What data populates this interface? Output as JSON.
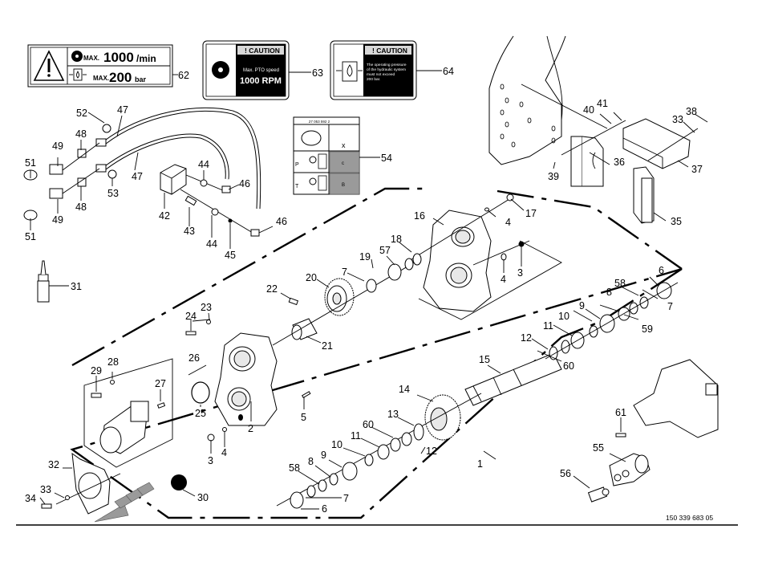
{
  "document": {
    "drawing_number": "150 339 683 05"
  },
  "decals": {
    "decal_62": {
      "callout": "62",
      "speed_prefix": "MAX.",
      "speed_value": "1000",
      "speed_unit": "/min",
      "pressure_prefix": "MAX.",
      "pressure_value": "200",
      "pressure_unit": "bar",
      "icons": [
        "warning-triangle-icon",
        "pto-gear-icon",
        "hydraulic-drop-icon"
      ]
    },
    "decal_63": {
      "callout": "63",
      "header": "! CAUTION",
      "line1": "Max. PTO speed",
      "line2": "1000 RPM"
    },
    "decal_64": {
      "callout": "64",
      "header": "! CAUTION",
      "lines": [
        "The operating pressure",
        "of the hydraulic system",
        "must not exceed",
        "200 bar."
      ]
    },
    "decal_54": {
      "callout": "54",
      "code": "27 053 592 2",
      "col_label": "x",
      "row_p_label": "P",
      "row_p_value": "c",
      "row_t_label": "T",
      "row_t_value": "B"
    }
  },
  "callouts": [
    {
      "id": "1",
      "label": "1"
    },
    {
      "id": "2",
      "label": "2"
    },
    {
      "id": "3a",
      "label": "3"
    },
    {
      "id": "3b",
      "label": "3"
    },
    {
      "id": "4a",
      "label": "4"
    },
    {
      "id": "4b",
      "label": "4"
    },
    {
      "id": "4c",
      "label": "4"
    },
    {
      "id": "5",
      "label": "5"
    },
    {
      "id": "6a",
      "label": "6"
    },
    {
      "id": "6b",
      "label": "6"
    },
    {
      "id": "7a",
      "label": "7"
    },
    {
      "id": "7b",
      "label": "7"
    },
    {
      "id": "7c",
      "label": "7"
    },
    {
      "id": "8a",
      "label": "8"
    },
    {
      "id": "8b",
      "label": "8"
    },
    {
      "id": "9a",
      "label": "9"
    },
    {
      "id": "9b",
      "label": "9"
    },
    {
      "id": "10a",
      "label": "10"
    },
    {
      "id": "10b",
      "label": "10"
    },
    {
      "id": "11a",
      "label": "11"
    },
    {
      "id": "11b",
      "label": "11"
    },
    {
      "id": "12a",
      "label": "12"
    },
    {
      "id": "12b",
      "label": "12"
    },
    {
      "id": "13",
      "label": "13"
    },
    {
      "id": "14",
      "label": "14"
    },
    {
      "id": "15",
      "label": "15"
    },
    {
      "id": "16",
      "label": "16"
    },
    {
      "id": "17",
      "label": "17"
    },
    {
      "id": "18",
      "label": "18"
    },
    {
      "id": "19",
      "label": "19"
    },
    {
      "id": "20",
      "label": "20"
    },
    {
      "id": "21",
      "label": "21"
    },
    {
      "id": "22",
      "label": "22"
    },
    {
      "id": "23",
      "label": "23"
    },
    {
      "id": "24",
      "label": "24"
    },
    {
      "id": "25",
      "label": "25"
    },
    {
      "id": "26",
      "label": "26"
    },
    {
      "id": "27",
      "label": "27"
    },
    {
      "id": "28",
      "label": "28"
    },
    {
      "id": "29",
      "label": "29"
    },
    {
      "id": "30",
      "label": "30"
    },
    {
      "id": "31",
      "label": "31"
    },
    {
      "id": "32",
      "label": "32"
    },
    {
      "id": "33a",
      "label": "33"
    },
    {
      "id": "33b",
      "label": "33"
    },
    {
      "id": "34",
      "label": "34"
    },
    {
      "id": "35",
      "label": "35"
    },
    {
      "id": "36",
      "label": "36"
    },
    {
      "id": "37",
      "label": "37"
    },
    {
      "id": "38",
      "label": "38"
    },
    {
      "id": "39",
      "label": "39"
    },
    {
      "id": "40",
      "label": "40"
    },
    {
      "id": "41",
      "label": "41"
    },
    {
      "id": "42",
      "label": "42"
    },
    {
      "id": "43",
      "label": "43"
    },
    {
      "id": "44a",
      "label": "44"
    },
    {
      "id": "44b",
      "label": "44"
    },
    {
      "id": "45",
      "label": "45"
    },
    {
      "id": "46a",
      "label": "46"
    },
    {
      "id": "46b",
      "label": "46"
    },
    {
      "id": "47a",
      "label": "47"
    },
    {
      "id": "47b",
      "label": "47"
    },
    {
      "id": "48a",
      "label": "48"
    },
    {
      "id": "48b",
      "label": "48"
    },
    {
      "id": "49a",
      "label": "49"
    },
    {
      "id": "49b",
      "label": "49"
    },
    {
      "id": "51a",
      "label": "51"
    },
    {
      "id": "51b",
      "label": "51"
    },
    {
      "id": "52",
      "label": "52"
    },
    {
      "id": "53",
      "label": "53"
    },
    {
      "id": "55",
      "label": "55"
    },
    {
      "id": "56",
      "label": "56"
    },
    {
      "id": "57",
      "label": "57"
    },
    {
      "id": "58a",
      "label": "58"
    },
    {
      "id": "58b",
      "label": "58"
    },
    {
      "id": "59",
      "label": "59"
    },
    {
      "id": "60a",
      "label": "60"
    },
    {
      "id": "60b",
      "label": "60"
    },
    {
      "id": "61",
      "label": "61"
    }
  ]
}
